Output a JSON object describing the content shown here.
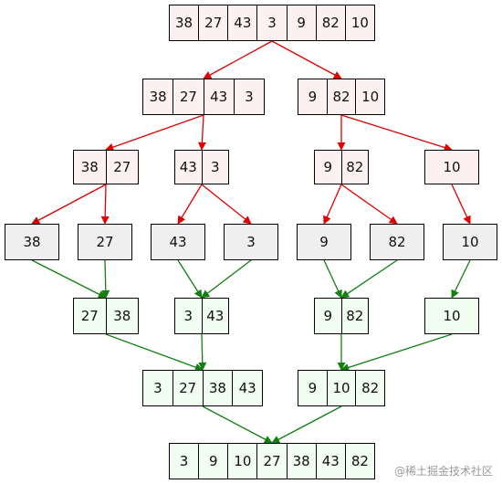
{
  "diagram": {
    "colors": {
      "split_fill": "#fdf0f0",
      "leaf_fill": "#efefef",
      "merge_fill": "#f0fdf0",
      "split_arrow": "#e00000",
      "merge_arrow": "#108010"
    },
    "nodes": [
      {
        "id": "root",
        "kind": "split",
        "values": [
          "38",
          "27",
          "43",
          "3",
          "9",
          "82",
          "10"
        ]
      },
      {
        "id": "s1a",
        "kind": "split",
        "values": [
          "38",
          "27",
          "43",
          "3"
        ]
      },
      {
        "id": "s1b",
        "kind": "split",
        "values": [
          "9",
          "82",
          "10"
        ]
      },
      {
        "id": "s2a",
        "kind": "split",
        "values": [
          "38",
          "27"
        ]
      },
      {
        "id": "s2b",
        "kind": "split",
        "values": [
          "43",
          "3"
        ]
      },
      {
        "id": "s2c",
        "kind": "split",
        "values": [
          "9",
          "82"
        ]
      },
      {
        "id": "s2d",
        "kind": "split",
        "values": [
          "10"
        ]
      },
      {
        "id": "l1",
        "kind": "leaf",
        "values": [
          "38"
        ]
      },
      {
        "id": "l2",
        "kind": "leaf",
        "values": [
          "27"
        ]
      },
      {
        "id": "l3",
        "kind": "leaf",
        "values": [
          "43"
        ]
      },
      {
        "id": "l4",
        "kind": "leaf",
        "values": [
          "3"
        ]
      },
      {
        "id": "l5",
        "kind": "leaf",
        "values": [
          "9"
        ]
      },
      {
        "id": "l6",
        "kind": "leaf",
        "values": [
          "82"
        ]
      },
      {
        "id": "l7",
        "kind": "leaf",
        "values": [
          "10"
        ]
      },
      {
        "id": "m1a",
        "kind": "merge",
        "values": [
          "27",
          "38"
        ]
      },
      {
        "id": "m1b",
        "kind": "merge",
        "values": [
          "3",
          "43"
        ]
      },
      {
        "id": "m1c",
        "kind": "merge",
        "values": [
          "9",
          "82"
        ]
      },
      {
        "id": "m1d",
        "kind": "merge",
        "values": [
          "10"
        ]
      },
      {
        "id": "m2a",
        "kind": "merge",
        "values": [
          "3",
          "27",
          "38",
          "43"
        ]
      },
      {
        "id": "m2b",
        "kind": "merge",
        "values": [
          "9",
          "10",
          "82"
        ]
      },
      {
        "id": "final",
        "kind": "merge",
        "values": [
          "3",
          "9",
          "10",
          "27",
          "38",
          "43",
          "82"
        ]
      }
    ],
    "edges": [
      [
        "root",
        "s1a"
      ],
      [
        "root",
        "s1b"
      ],
      [
        "s1a",
        "s2a"
      ],
      [
        "s1a",
        "s2b"
      ],
      [
        "s1b",
        "s2c"
      ],
      [
        "s1b",
        "s2d"
      ],
      [
        "s2a",
        "l1"
      ],
      [
        "s2a",
        "l2"
      ],
      [
        "s2b",
        "l3"
      ],
      [
        "s2b",
        "l4"
      ],
      [
        "s2c",
        "l5"
      ],
      [
        "s2c",
        "l6"
      ],
      [
        "s2d",
        "l7"
      ],
      [
        "l1",
        "m1a"
      ],
      [
        "l2",
        "m1a"
      ],
      [
        "l3",
        "m1b"
      ],
      [
        "l4",
        "m1b"
      ],
      [
        "l5",
        "m1c"
      ],
      [
        "l6",
        "m1c"
      ],
      [
        "l7",
        "m1d"
      ],
      [
        "m1a",
        "m2a"
      ],
      [
        "m1b",
        "m2a"
      ],
      [
        "m1c",
        "m2b"
      ],
      [
        "m1d",
        "m2b"
      ],
      [
        "m2a",
        "final"
      ],
      [
        "m2b",
        "final"
      ]
    ]
  },
  "watermark": "@稀土掘金技术社区"
}
